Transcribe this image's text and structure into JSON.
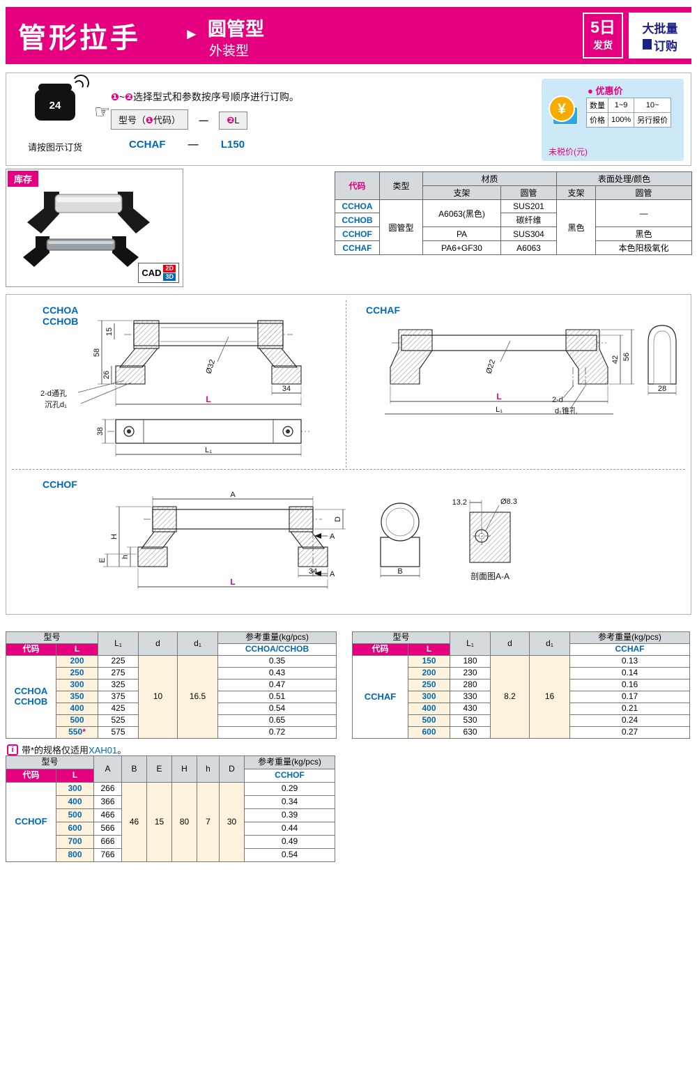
{
  "colors": {
    "accent": "#e4007f",
    "link": "#0068b7",
    "price_bg": "#cde9f8",
    "cream": "#fdf3dc"
  },
  "header": {
    "title": "管形拉手",
    "arrow": "►",
    "type1": "圆管型",
    "type2": "外装型",
    "badge_day_big": "5日",
    "badge_day_small": "发货",
    "badge_bulk_top": "大批量",
    "badge_bulk_bottom": "订购"
  },
  "order": {
    "phone_24": "24",
    "pointer": "☞",
    "phone_caption": "请按图示订货",
    "instr_n1": "❶",
    "instr_range": "~",
    "instr_n2": "❷",
    "instr_text": "选择型式和参数按序号顺序进行订购。",
    "f_left_pre": "型号（",
    "f_left_n": "❶",
    "f_left_post": "代码）",
    "f_dash": "—",
    "f_right_n": "❷",
    "f_right_post": "L",
    "ex_code": "CCHAF",
    "ex_dash": "—",
    "ex_val": "L150"
  },
  "price": {
    "bullet": "●",
    "title": "优惠价",
    "yen": "¥",
    "qty_label": "数量",
    "qty_a": "1~9",
    "qty_b": "10~",
    "price_label": "价格",
    "price_a": "100%",
    "price_b": "另行报价",
    "note": "未税价(元)"
  },
  "stock": {
    "label": "库存"
  },
  "cad": {
    "label": "CAD",
    "b2d": "2D",
    "b3d": "3D"
  },
  "materials": {
    "h_code": "代码",
    "h_type": "类型",
    "h_material": "材质",
    "h_surface": "表面处理/颜色",
    "h_bracket": "支架",
    "h_tube": "圆管",
    "h_bracket2": "支架",
    "h_tube2": "圆管",
    "type_value": "圆管型",
    "codes": [
      "CCHOA",
      "CCHOB",
      "CCHOF",
      "CCHAF"
    ],
    "tube_mats": [
      "SUS201",
      "碳纤维",
      "SUS304",
      "A6063"
    ],
    "bracket_mat_12": "A6063(黑色)",
    "bracket_mat_3": "PA",
    "bracket_mat_4": "PA6+GF30",
    "surface_bracket": "黑色",
    "surface_tube_12": "—",
    "surface_tube_3": "黑色",
    "surface_tube_4": "本色阳极氧化"
  },
  "drawings": {
    "cchoab": {
      "label1": "CCHOA",
      "label2": "CCHOB",
      "dim_58": "58",
      "dim_15": "15",
      "dim_26": "26",
      "dia": "Ø32",
      "dim_34": "34",
      "dim_L": "L",
      "note_hole": "2-d通孔",
      "note_sink": "沉孔d₁",
      "dim_38": "38",
      "dim_L1": "L₁"
    },
    "cchaf": {
      "label": "CCHAF",
      "dia": "Ø22",
      "dim_42": "42",
      "dim_56": "56",
      "note_hole": "2-d",
      "note_taper": "d₁锥孔",
      "dim_28": "28",
      "dim_L": "L",
      "dim_L1": "L₁"
    },
    "cchof": {
      "label": "CCHOF",
      "dim_A": "A",
      "dim_D": "D",
      "dim_H": "H",
      "dim_h": "h",
      "dim_E": "E",
      "dim_34": "34",
      "dim_L": "L",
      "dim_B": "B",
      "sec_a": "A",
      "dim_132": "13.2",
      "dia": "Ø8.3",
      "section_label": "剖面图A-A"
    }
  },
  "table1": {
    "h_model": "型号",
    "h_code": "代码",
    "h_L": "L",
    "h_L1": "L₁",
    "h_d": "d",
    "h_d1": "d₁",
    "h_weight": "参考重量(kg/pcs)",
    "h_weight_code": "CCHOA/CCHOB",
    "code_line1": "CCHOA",
    "code_line2": "CCHOB",
    "d": "10",
    "d1": "16.5",
    "rows": [
      {
        "L": "200",
        "star": "",
        "L1": "225",
        "w": "0.35"
      },
      {
        "L": "250",
        "star": "",
        "L1": "275",
        "w": "0.43"
      },
      {
        "L": "300",
        "star": "",
        "L1": "325",
        "w": "0.47"
      },
      {
        "L": "350",
        "star": "",
        "L1": "375",
        "w": "0.51"
      },
      {
        "L": "400",
        "star": "",
        "L1": "425",
        "w": "0.54"
      },
      {
        "L": "500",
        "star": "",
        "L1": "525",
        "w": "0.65"
      },
      {
        "L": "550",
        "star": "*",
        "L1": "575",
        "w": "0.72"
      }
    ]
  },
  "table2": {
    "h_model": "型号",
    "h_code": "代码",
    "h_L": "L",
    "h_L1": "L₁",
    "h_d": "d",
    "h_d1": "d₁",
    "h_weight": "参考重量(kg/pcs)",
    "h_weight_code": "CCHAF",
    "code": "CCHAF",
    "d": "8.2",
    "d1": "16",
    "rows": [
      {
        "L": "150",
        "L1": "180",
        "w": "0.13"
      },
      {
        "L": "200",
        "L1": "230",
        "w": "0.14"
      },
      {
        "L": "250",
        "L1": "280",
        "w": "0.16"
      },
      {
        "L": "300",
        "L1": "330",
        "w": "0.17"
      },
      {
        "L": "400",
        "L1": "430",
        "w": "0.21"
      },
      {
        "L": "500",
        "L1": "530",
        "w": "0.24"
      },
      {
        "L": "600",
        "L1": "630",
        "w": "0.27"
      }
    ]
  },
  "note": {
    "icon": "i",
    "pre": "带*的规格仅适用",
    "link": "XAH01",
    "post": "。"
  },
  "table3": {
    "h_model": "型号",
    "h_code": "代码",
    "h_L": "L",
    "h_A": "A",
    "h_B": "B",
    "h_E": "E",
    "h_H": "H",
    "h_h": "h",
    "h_D": "D",
    "h_weight": "参考重量(kg/pcs)",
    "h_weight_code": "CCHOF",
    "code": "CCHOF",
    "B": "46",
    "E": "15",
    "H": "80",
    "h": "7",
    "D": "30",
    "rows": [
      {
        "L": "300",
        "A": "266",
        "w": "0.29"
      },
      {
        "L": "400",
        "A": "366",
        "w": "0.34"
      },
      {
        "L": "500",
        "A": "466",
        "w": "0.39"
      },
      {
        "L": "600",
        "A": "566",
        "w": "0.44"
      },
      {
        "L": "700",
        "A": "666",
        "w": "0.49"
      },
      {
        "L": "800",
        "A": "766",
        "w": "0.54"
      }
    ]
  }
}
